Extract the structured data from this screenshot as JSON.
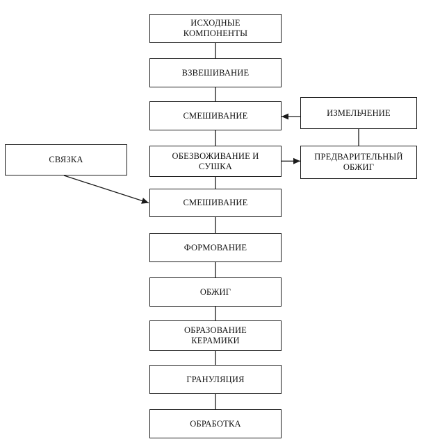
{
  "nodes": {
    "components": "ИСХОДНЫЕ\nКОМПОНЕНТЫ",
    "weighing": "ВЗВЕШИВАНИЕ",
    "mixing1": "СМЕШИВАНИЕ",
    "dewater": "ОБЕЗВОЖИВАНИЕ И\nСУШКА",
    "mixing2": "СМЕШИВАНИЕ",
    "forming": "ФОРМОВАНИЕ",
    "firing": "ОБЖИГ",
    "ceramics": "ОБРАЗОВАНИЕ\nКЕРАМИКИ",
    "granule": "ГРАНУЛЯЦИЯ",
    "process": "ОБРАБОТКА",
    "grinding": "ИЗМЕЛЬЧЕНИЕ",
    "prefiring": "ПРЕДВАРИТЕЛЬНЫЙ\nОБЖИГ",
    "binder": "СВЯЗКА"
  },
  "edges": [
    {
      "from": "components",
      "to": "weighing",
      "arrow": false
    },
    {
      "from": "weighing",
      "to": "mixing1",
      "arrow": false
    },
    {
      "from": "mixing1",
      "to": "dewater",
      "arrow": false
    },
    {
      "from": "dewater",
      "to": "mixing2",
      "arrow": false
    },
    {
      "from": "mixing2",
      "to": "forming",
      "arrow": false
    },
    {
      "from": "forming",
      "to": "firing",
      "arrow": false
    },
    {
      "from": "firing",
      "to": "ceramics",
      "arrow": false
    },
    {
      "from": "ceramics",
      "to": "granule",
      "arrow": false
    },
    {
      "from": "granule",
      "to": "process",
      "arrow": false
    },
    {
      "from": "dewater",
      "to": "prefiring",
      "arrow": true
    },
    {
      "from": "prefiring",
      "to": "grinding",
      "arrow": true
    },
    {
      "from": "grinding",
      "to": "mixing1",
      "arrow": true
    },
    {
      "from": "binder",
      "to": "mixing2",
      "arrow": true
    }
  ],
  "colors": {
    "line": "#1a1a1a",
    "text": "#111111",
    "background": "#ffffff"
  }
}
